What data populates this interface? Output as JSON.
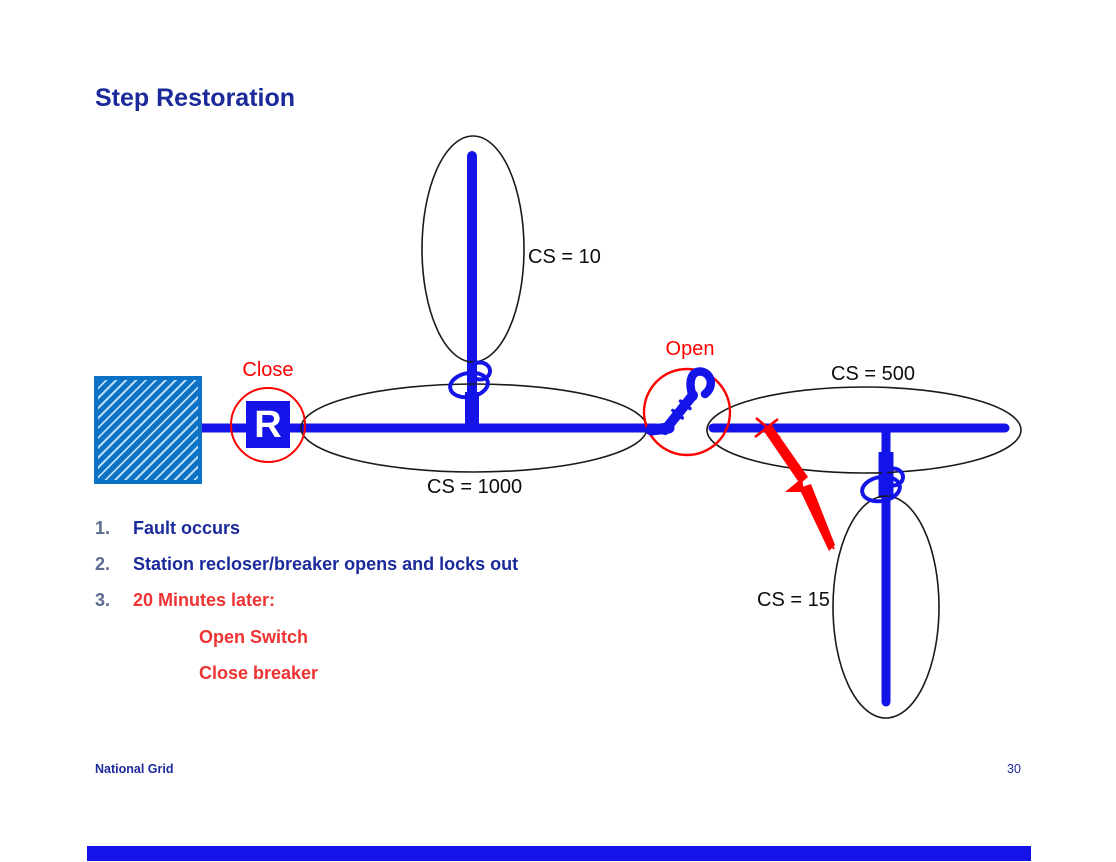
{
  "slide": {
    "title": "Step Restoration",
    "diagram": {
      "labels": {
        "close": "Close",
        "open": "Open",
        "recloser_letter": "R",
        "cs_top": "CS = 10",
        "cs_main": "CS = 1000",
        "cs_right": "CS = 500",
        "cs_bottom": "CS = 15"
      },
      "icons": {
        "substation": "hatched-square",
        "recloser": "R-in-square",
        "open_switch": "lifted-blade-hook",
        "fuse_cutout": "double-loop",
        "fault_location": "x-mark",
        "fault": "lightning-bolt"
      }
    },
    "steps": [
      {
        "number": "1.",
        "text": "Fault occurs"
      },
      {
        "number": "2.",
        "text": "Station recloser/breaker opens and locks out"
      },
      {
        "number": "3.",
        "text": "20 Minutes later:"
      }
    ],
    "substeps": [
      "Open Switch",
      "Close breaker"
    ],
    "footer": {
      "brand": "National Grid",
      "page_number": "30"
    }
  },
  "colors": {
    "line_blue": "#1414e8",
    "diagram_red": "#ff0000",
    "text_navy": "#1b2a9a",
    "step_red": "#ee3432",
    "number_slate": "#5b6a8e",
    "substation_blue": "#0b72c6",
    "hatch_light": "#bcdcf5"
  }
}
